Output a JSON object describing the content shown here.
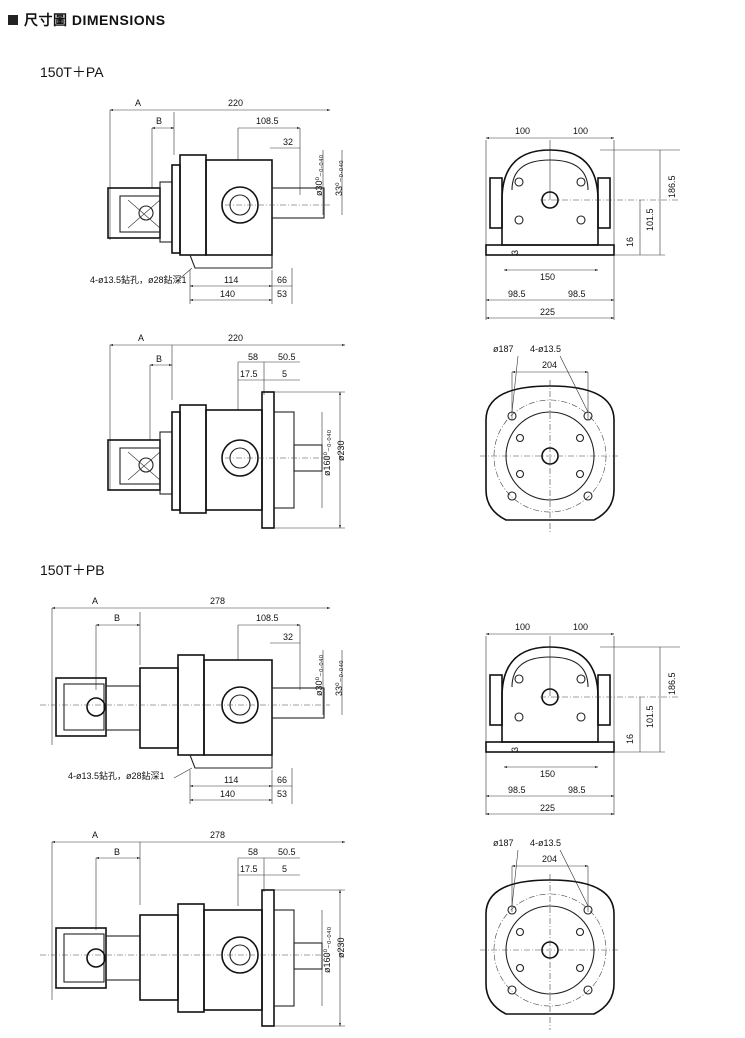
{
  "header": {
    "title": "尺寸圖 DIMENSIONS"
  },
  "sections": [
    {
      "model": "150T＋PA",
      "side_foot": {
        "A": "A",
        "B": "B",
        "overall": "220",
        "d1": "108.5",
        "d2": "32",
        "shaft1": "ø30⁰₋₀.₀₄₀",
        "shaft2": "33⁰₋₀.₀₄₀",
        "hole_note": "4-ø13.5鉆孔，ø28鉆深1",
        "d3": "114",
        "d4": "66",
        "d5": "140",
        "d6": "53"
      },
      "front_foot": {
        "w1": "100",
        "w2": "100",
        "h1": "186.5",
        "h2": "101.5",
        "h3": "16",
        "h4": "3",
        "base": "150",
        "half1": "98.5",
        "half2": "98.5",
        "total": "225"
      },
      "side_flange": {
        "A": "A",
        "B": "B",
        "overall": "220",
        "d1": "58",
        "d2": "50.5",
        "d3": "17.5",
        "d4": "5",
        "pilot": "ø160⁰₋₀.₀₄₀",
        "dia": "ø230"
      },
      "front_flange": {
        "bolt": "ø187",
        "holes": "4-ø13.5",
        "span": "204"
      }
    },
    {
      "model": "150T＋PB",
      "side_foot": {
        "A": "A",
        "B": "B",
        "overall": "278",
        "d1": "108.5",
        "d2": "32",
        "shaft1": "ø30⁰₋₀.₀₄₀",
        "shaft2": "33⁰₋₀.₀₄₀",
        "hole_note": "4-ø13.5鉆孔，ø28鉆深1",
        "d3": "114",
        "d4": "66",
        "d5": "140",
        "d6": "53"
      },
      "front_foot": {
        "w1": "100",
        "w2": "100",
        "h1": "186.5",
        "h2": "101.5",
        "h3": "16",
        "h4": "3",
        "base": "150",
        "half1": "98.5",
        "half2": "98.5",
        "total": "225"
      },
      "side_flange": {
        "A": "A",
        "B": "B",
        "overall": "278",
        "d1": "58",
        "d2": "50.5",
        "d3": "17.5",
        "d4": "5",
        "pilot": "ø160⁰₋₀.₀₄₀",
        "dia": "ø230"
      },
      "front_flange": {
        "bolt": "ø187",
        "holes": "4-ø13.5",
        "span": "204"
      }
    }
  ]
}
